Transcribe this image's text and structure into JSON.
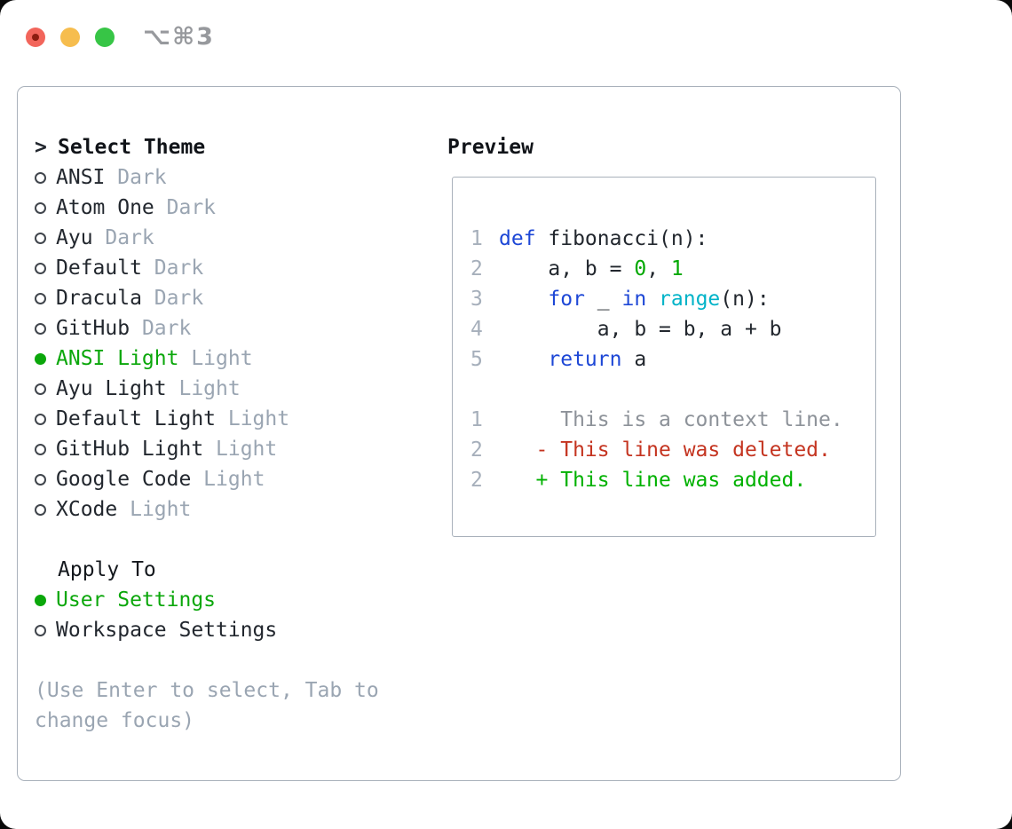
{
  "titlebar": {
    "shortcut": "⌥⌘3",
    "buttons": [
      {
        "name": "close"
      },
      {
        "name": "minimize"
      },
      {
        "name": "zoom"
      }
    ]
  },
  "theme_panel": {
    "header_prefix": ">",
    "header_label": "Select Theme",
    "themes": [
      {
        "name": "ANSI",
        "tag": "Dark",
        "selected": false
      },
      {
        "name": "Atom One",
        "tag": "Dark",
        "selected": false
      },
      {
        "name": "Ayu",
        "tag": "Dark",
        "selected": false
      },
      {
        "name": "Default",
        "tag": "Dark",
        "selected": false
      },
      {
        "name": "Dracula",
        "tag": "Dark",
        "selected": false
      },
      {
        "name": "GitHub",
        "tag": "Dark",
        "selected": false
      },
      {
        "name": "ANSI Light",
        "tag": "Light",
        "selected": true
      },
      {
        "name": "Ayu Light",
        "tag": "Light",
        "selected": false
      },
      {
        "name": "Default Light",
        "tag": "Light",
        "selected": false
      },
      {
        "name": "GitHub Light",
        "tag": "Light",
        "selected": false
      },
      {
        "name": "Google Code",
        "tag": "Light",
        "selected": false
      },
      {
        "name": "XCode",
        "tag": "Light",
        "selected": false
      }
    ],
    "apply_to_label": "Apply To",
    "apply_options": [
      {
        "name": "User Settings",
        "selected": true
      },
      {
        "name": "Workspace Settings",
        "selected": false
      }
    ],
    "hint": "(Use Enter to select, Tab to change focus)"
  },
  "preview": {
    "label": "Preview",
    "lines": [
      {
        "num": "1",
        "segments": [
          [
            "kw",
            "def"
          ],
          [
            "txt",
            " fibonacci(n):"
          ]
        ]
      },
      {
        "num": "2",
        "segments": [
          [
            "txt",
            "    a, b = "
          ],
          [
            "lit",
            "0"
          ],
          [
            "txt",
            ", "
          ],
          [
            "lit",
            "1"
          ]
        ]
      },
      {
        "num": "3",
        "segments": [
          [
            "txt",
            "    "
          ],
          [
            "kw",
            "for"
          ],
          [
            "txt",
            " _ "
          ],
          [
            "kw",
            "in"
          ],
          [
            "txt",
            " "
          ],
          [
            "fn",
            "range"
          ],
          [
            "txt",
            "(n):"
          ]
        ]
      },
      {
        "num": "4",
        "segments": [
          [
            "txt",
            "        a, b = b, a + b"
          ]
        ]
      },
      {
        "num": "5",
        "segments": [
          [
            "txt",
            "    "
          ],
          [
            "kw",
            "return"
          ],
          [
            "txt",
            " a"
          ]
        ]
      },
      {
        "num": "",
        "segments": []
      },
      {
        "num": "1",
        "segments": [
          [
            "ctx",
            "     This is a context line."
          ]
        ]
      },
      {
        "num": "2",
        "segments": [
          [
            "del",
            "   - This line was deleted."
          ]
        ]
      },
      {
        "num": "2",
        "segments": [
          [
            "add",
            "   + This line was added."
          ]
        ]
      }
    ]
  },
  "colors": {
    "keyword_blue": "#1d47d6",
    "builtin_cyan": "#00b3c8",
    "number_green": "#00a800",
    "added_green": "#00b100",
    "deleted_red": "#c43420",
    "selected_green": "#0ba70b",
    "tag_gray": "#9aa5b2",
    "border_gray": "#a9b1bb",
    "traffic_red": "#f2655b",
    "traffic_yellow": "#f6bd4e",
    "traffic_green": "#37c546"
  }
}
